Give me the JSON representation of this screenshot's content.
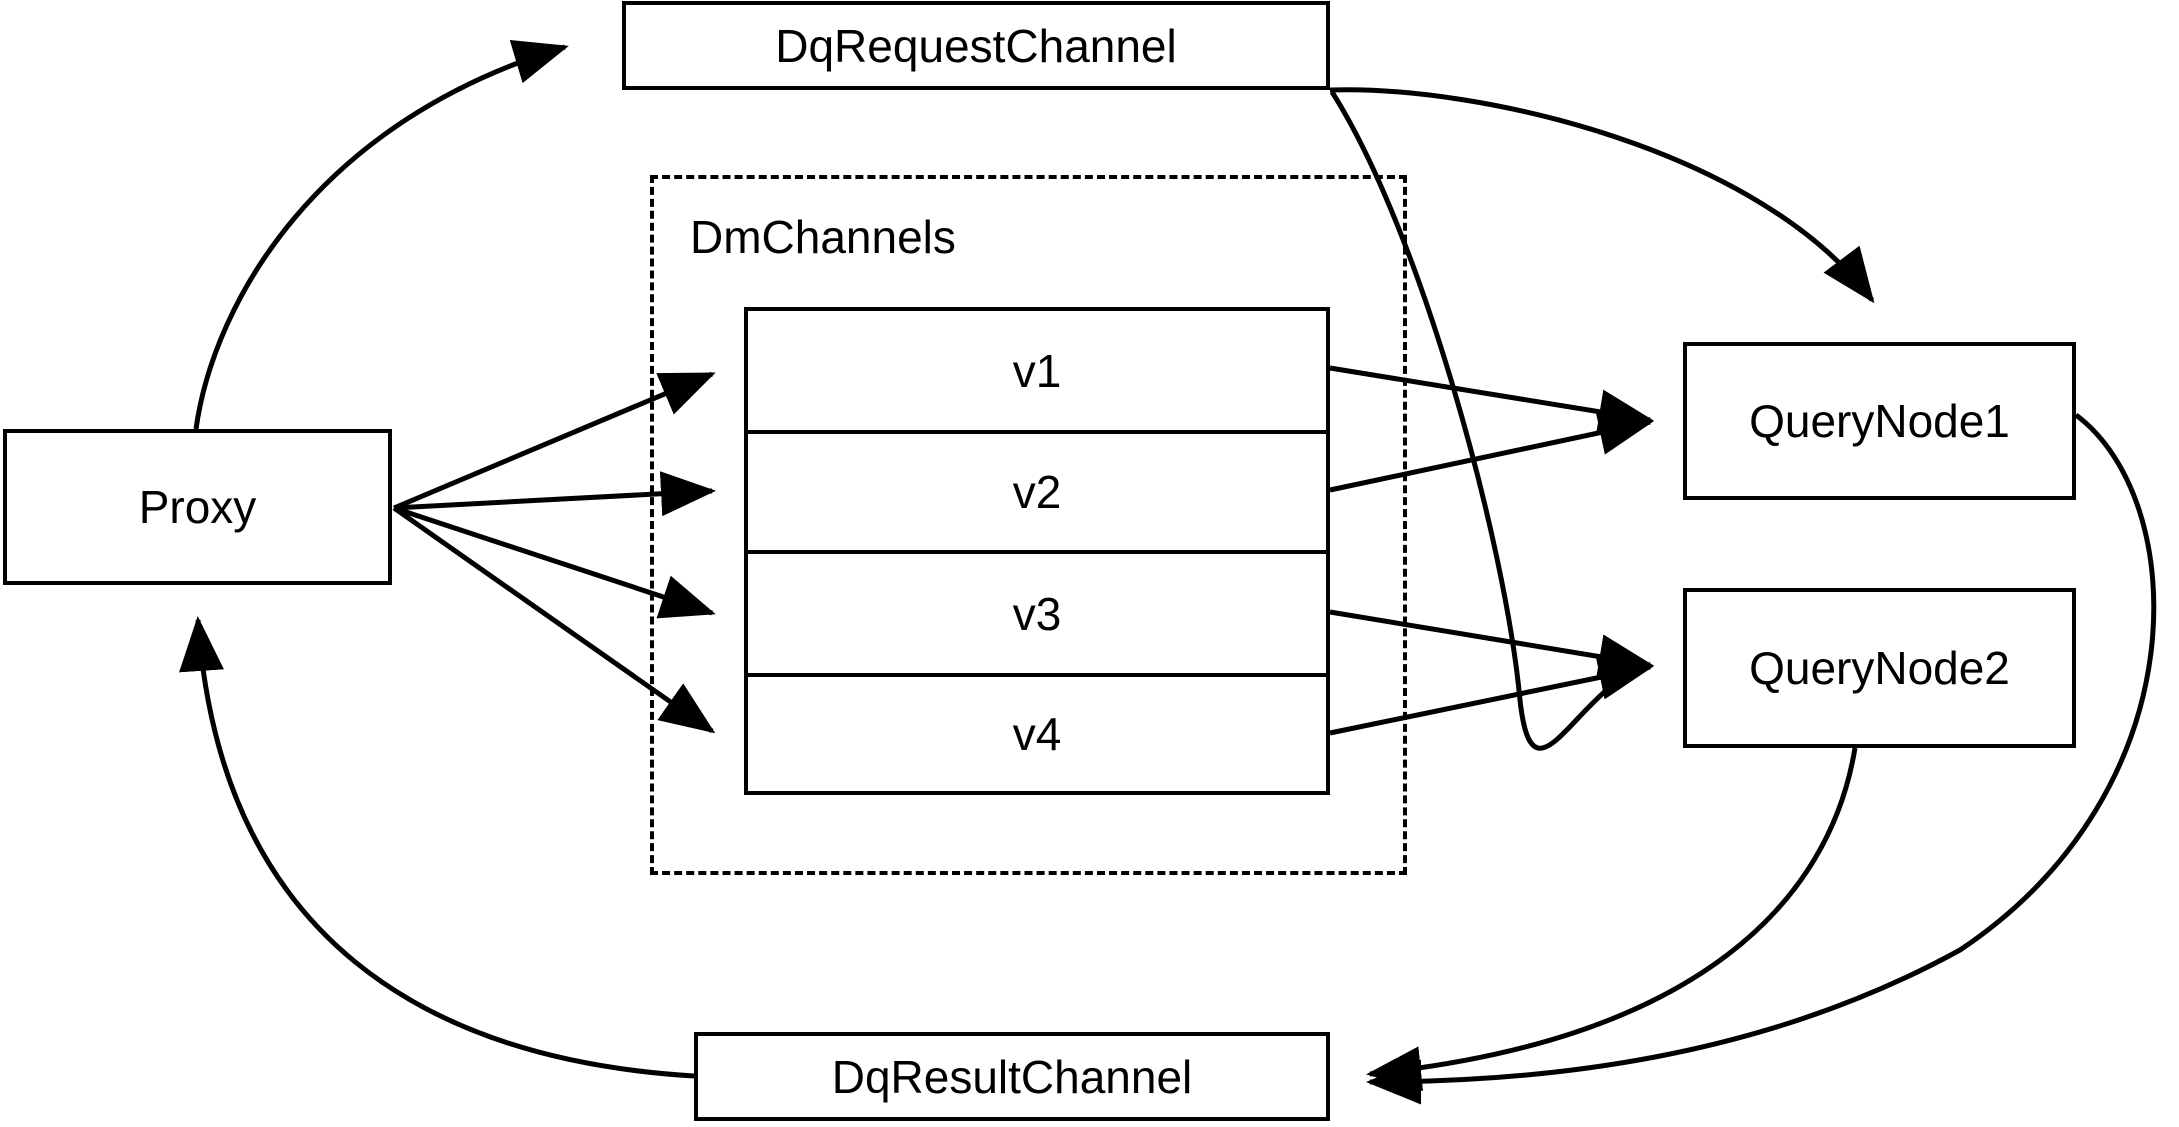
{
  "diagram": {
    "title": "Milvus query flow diagram",
    "background_color": "#ffffff",
    "stroke_color": "#000000"
  },
  "nodes": {
    "proxy": {
      "label": "Proxy"
    },
    "dq_request_channel": {
      "label": "DqRequestChannel"
    },
    "dq_result_channel": {
      "label": "DqResultChannel"
    },
    "query_node_1": {
      "label": "QueryNode1"
    },
    "query_node_2": {
      "label": "QueryNode2"
    }
  },
  "group": {
    "label": "DmChannels",
    "channels": [
      {
        "label": "v1"
      },
      {
        "label": "v2"
      },
      {
        "label": "v3"
      },
      {
        "label": "v4"
      }
    ]
  },
  "edges": [
    {
      "from": "Proxy",
      "to": "DqRequestChannel"
    },
    {
      "from": "Proxy",
      "to": "v1"
    },
    {
      "from": "Proxy",
      "to": "v2"
    },
    {
      "from": "Proxy",
      "to": "v3"
    },
    {
      "from": "Proxy",
      "to": "v4"
    },
    {
      "from": "v1",
      "to": "QueryNode1"
    },
    {
      "from": "v2",
      "to": "QueryNode1"
    },
    {
      "from": "v3",
      "to": "QueryNode2"
    },
    {
      "from": "v4",
      "to": "QueryNode2"
    },
    {
      "from": "DqRequestChannel",
      "to": "QueryNode1"
    },
    {
      "from": "DqRequestChannel",
      "to": "QueryNode2"
    },
    {
      "from": "QueryNode1",
      "to": "DqResultChannel"
    },
    {
      "from": "QueryNode2",
      "to": "DqResultChannel"
    },
    {
      "from": "DqResultChannel",
      "to": "Proxy"
    }
  ]
}
